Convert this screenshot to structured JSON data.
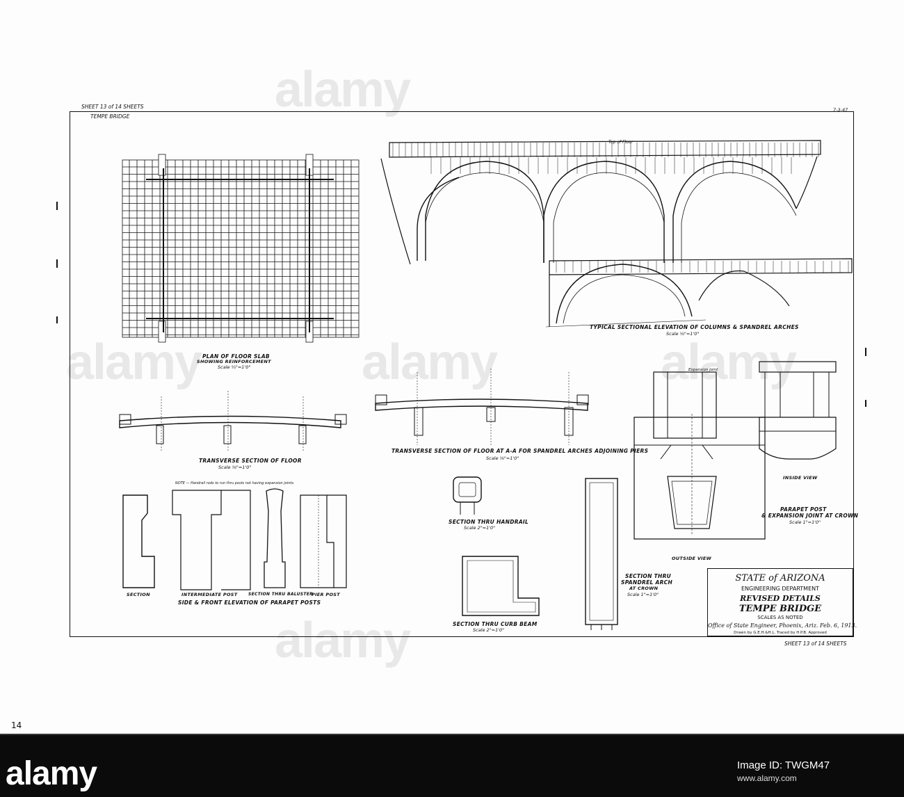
{
  "sheet": {
    "sheet_no_top": "SHEET 13 of 14 SHEETS",
    "bridge_top": "TEMPE BRIDGE",
    "ref_no": "7-3-47",
    "sheet_no_bottom": "SHEET 13 of 14 SHEETS",
    "page_mark": "14"
  },
  "titleblock": {
    "state": "STATE of ARIZONA",
    "dept": "ENGINEERING DEPARTMENT",
    "revised": "REVISED DETAILS",
    "project": "TEMPE BRIDGE",
    "scales": "SCALES AS NOTED",
    "office": "Office of State Engineer, Phoenix, Ariz. Feb. 6, 1913.",
    "drawn": "Drawn by G.E.H.&H.L.  Traced by H.P.B.  Approved"
  },
  "captions": {
    "floor_slab": "PLAN OF FLOOR SLAB",
    "floor_slab_sub": "SHOWING REINFORCEMENT",
    "floor_slab_scale": "Scale ¼\"=1'0\"",
    "arches": "TYPICAL SECTIONAL ELEVATION OF COLUMNS & SPANDREL ARCHES",
    "arches_scale": "Scale ⅛\"=1'0\"",
    "transverse_floor": "TRANSVERSE SECTION OF FLOOR",
    "transverse_floor_scale": "Scale ⅛\"=1'0\"",
    "transverse_aa": "TRANSVERSE SECTION OF FLOOR AT A-A FOR SPANDREL ARCHES ADJOINING PIERS",
    "transverse_aa_scale": "Scale ⅛\"=1'0\"",
    "handrail": "SECTION THRU HANDRAIL",
    "handrail_scale": "Scale 2\"=1'0\"",
    "curb_beam": "SECTION THRU CURB BEAM",
    "curb_beam_scale": "Scale 2\"=1'0\"",
    "spandrel_arch": "SECTION THRU",
    "spandrel_arch2": "SPANDREL ARCH",
    "spandrel_arch3": "AT CROWN",
    "spandrel_scale": "Scale 1\"=1'0\"",
    "outside_view": "OUTSIDE VIEW",
    "inside_view": "INSIDE VIEW",
    "parapet_post": "PARAPET POST",
    "expansion_joint": "& EXPANSION JOINT AT CROWN",
    "parapet_scale": "Scale 1\"=1'0\"",
    "section": "SECTION",
    "intermediate_post": "INTERMEDIATE POST",
    "section_baluster": "SECTION THRU BALUSTER",
    "pier_post": "PIER POST",
    "side_front": "SIDE & FRONT ELEVATION OF PARAPET POSTS",
    "top_of_floor": "Top of Floor",
    "expansion_joint_lbl": "Expansion Joint",
    "note_handrail": "NOTE — Handrail rods to run thru posts not having expansion joints."
  },
  "watermark": {
    "text": "alamy"
  },
  "footer": {
    "brand": "alamy",
    "image_id_label": "Image ID: TWGM47",
    "url": "www.alamy.com"
  }
}
